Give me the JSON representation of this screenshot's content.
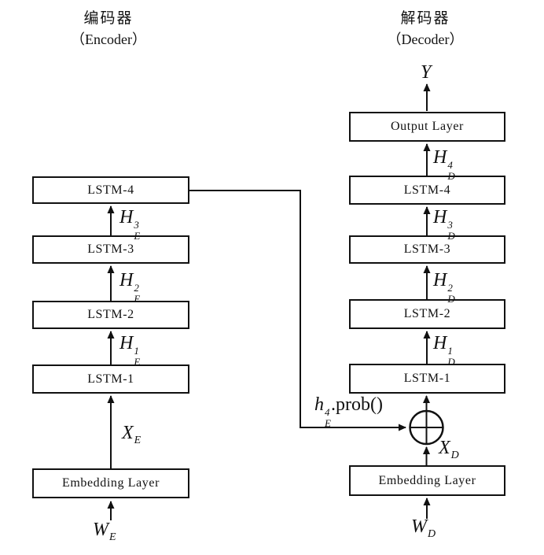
{
  "titles": {
    "encoder_zh": "编码器",
    "encoder_en": "（Encoder）",
    "decoder_zh": "解码器",
    "decoder_en": "（Decoder）"
  },
  "encoder": {
    "boxes": {
      "lstm4": "LSTM-4",
      "lstm3": "LSTM-3",
      "lstm2": "LSTM-2",
      "lstm1": "LSTM-1",
      "embedding": "Embedding Layer"
    },
    "labels": {
      "h3": {
        "base": "H",
        "sup": "3",
        "sub": "E"
      },
      "h2": {
        "base": "H",
        "sup": "2",
        "sub": "E"
      },
      "h1": {
        "base": "H",
        "sup": "1",
        "sub": "E"
      },
      "x": {
        "base": "X",
        "sub": "E"
      },
      "w": {
        "base": "W",
        "sub": "E"
      }
    }
  },
  "decoder": {
    "boxes": {
      "output": "Output Layer",
      "lstm4": "LSTM-4",
      "lstm3": "LSTM-3",
      "lstm2": "LSTM-2",
      "lstm1": "LSTM-1",
      "embedding": "Embedding Layer"
    },
    "labels": {
      "y": "Y",
      "h4": {
        "base": "H",
        "sup": "4",
        "sub": "D"
      },
      "h3": {
        "base": "H",
        "sup": "3",
        "sub": "D"
      },
      "h2": {
        "base": "H",
        "sup": "2",
        "sub": "D"
      },
      "h1": {
        "base": "H",
        "sup": "1",
        "sub": "D"
      },
      "x": {
        "base": "X",
        "sub": "D"
      },
      "w": {
        "base": "W",
        "sub": "D"
      }
    }
  },
  "connection": {
    "label": {
      "base": "h",
      "sup": "4",
      "sub": "E",
      "rest": ".prob()"
    }
  },
  "colors": {
    "line": "#111111",
    "background": "#ffffff"
  }
}
